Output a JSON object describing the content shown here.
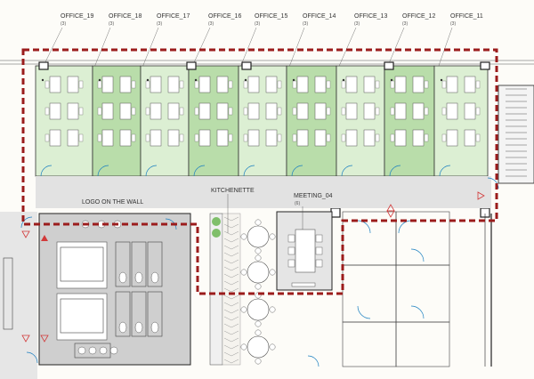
{
  "offices": [
    {
      "name": "OFFICE_19",
      "capacity": "(3)"
    },
    {
      "name": "OFFICE_18",
      "capacity": "(3)"
    },
    {
      "name": "OFFICE_17",
      "capacity": "(3)"
    },
    {
      "name": "OFFICE_16",
      "capacity": "(3)"
    },
    {
      "name": "OFFICE_15",
      "capacity": "(3)"
    },
    {
      "name": "OFFICE_14",
      "capacity": "(3)"
    },
    {
      "name": "OFFICE_13",
      "capacity": "(3)"
    },
    {
      "name": "OFFICE_12",
      "capacity": "(3)"
    },
    {
      "name": "OFFICE_11",
      "capacity": "(3)"
    }
  ],
  "corridor_label": "LOGO ON THE WALL",
  "kitchenette_label": "KITCHENETTE",
  "meeting": {
    "name": "MEETING_04",
    "capacity": "(6)"
  },
  "colors": {
    "office_light": "#dcefd3",
    "office_dark": "#b9ddaa",
    "corridor": "#e2e2e2",
    "wc": "#cfcfcf",
    "highlight_dash": "#9b1c1c",
    "door": "#1a7fc0",
    "marker": "#d23a3a"
  }
}
